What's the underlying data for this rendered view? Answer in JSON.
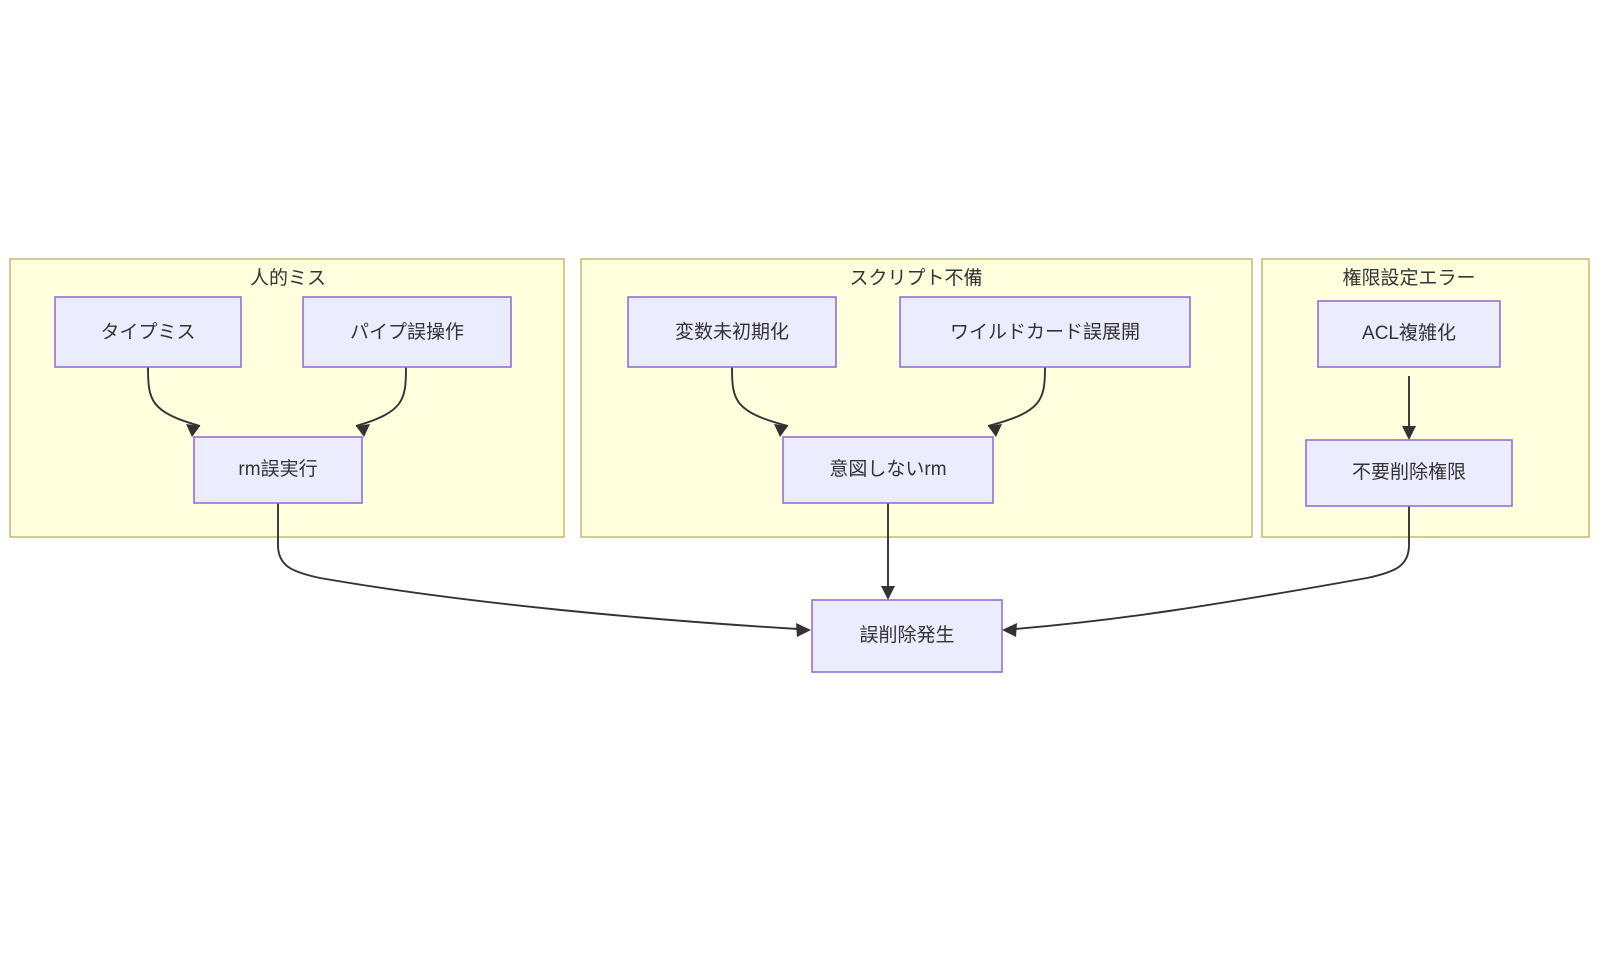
{
  "diagram": {
    "title": "",
    "direction": "top-down",
    "colors": {
      "cluster_fill": "#ffffde",
      "cluster_stroke": "#bdb76b",
      "node_fill": "#ececff",
      "node_stroke": "#9370db",
      "edge_stroke": "#333333",
      "text": "#333333",
      "background": "#ffffff"
    },
    "clusters": [
      {
        "id": "cluster-human-error",
        "label": "人的ミス"
      },
      {
        "id": "cluster-script-defect",
        "label": "スクリプト不備"
      },
      {
        "id": "cluster-permission-error",
        "label": "権限設定エラー"
      }
    ],
    "nodes": [
      {
        "id": "node-typo",
        "label": "タイプミス"
      },
      {
        "id": "node-pipe-misuse",
        "label": "パイプ誤操作"
      },
      {
        "id": "node-rm-mistake",
        "label": "rm誤実行"
      },
      {
        "id": "node-uninitialized-variable",
        "label": "変数未初期化"
      },
      {
        "id": "node-wildcard-expansion",
        "label": "ワイルドカード誤展開"
      },
      {
        "id": "node-unintended-rm",
        "label": "意図しないrm"
      },
      {
        "id": "node-acl-complexity",
        "label": "ACL複雑化"
      },
      {
        "id": "node-excess-delete-permission",
        "label": "不要削除権限"
      },
      {
        "id": "node-accidental-deletion",
        "label": "誤削除発生"
      }
    ],
    "edges": [
      {
        "id": "edge-typo-to-rm-mistake",
        "from": "タイプミス",
        "to": "rm誤実行",
        "label": ""
      },
      {
        "id": "edge-pipe-misuse-to-rm-mistake",
        "from": "パイプ誤操作",
        "to": "rm誤実行",
        "label": ""
      },
      {
        "id": "edge-uninitialized-variable-to-unintended-rm",
        "from": "変数未初期化",
        "to": "意図しないrm",
        "label": ""
      },
      {
        "id": "edge-wildcard-expansion-to-unintended-rm",
        "from": "ワイルドカード誤展開",
        "to": "意図しないrm",
        "label": ""
      },
      {
        "id": "edge-acl-complexity-to-excess-delete-permission",
        "from": "ACL複雑化",
        "to": "不要削除権限",
        "label": ""
      },
      {
        "id": "edge-rm-mistake-to-accidental-deletion",
        "from": "rm誤実行",
        "to": "誤削除発生",
        "label": ""
      },
      {
        "id": "edge-unintended-rm-to-accidental-deletion",
        "from": "意図しないrm",
        "to": "誤削除発生",
        "label": ""
      },
      {
        "id": "edge-excess-delete-permission-to-accidental-deletion",
        "from": "不要削除権限",
        "to": "誤削除発生",
        "label": ""
      }
    ]
  }
}
